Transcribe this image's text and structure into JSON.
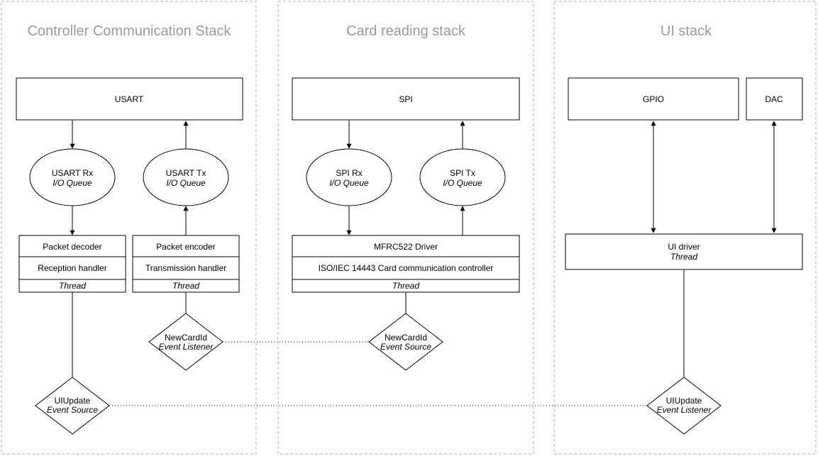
{
  "stacks": {
    "controller": {
      "title": "Controller Communication Stack"
    },
    "card": {
      "title": "Card reading stack"
    },
    "ui": {
      "title": "UI stack"
    }
  },
  "controller": {
    "usart": "USART",
    "rx_queue": {
      "line1": "USART Rx",
      "line2": "I/O Queue"
    },
    "tx_queue": {
      "line1": "USART Tx",
      "line2": "I/O Queue"
    },
    "rx_block": {
      "row1": "Packet decoder",
      "row2": "Reception handler",
      "row3": "Thread"
    },
    "tx_block": {
      "row1": "Packet encoder",
      "row2": "Transmission handler",
      "row3": "Thread"
    },
    "newcard_listener": {
      "line1": "NewCardId",
      "line2": "Event Listener"
    },
    "uiupdate_source": {
      "line1": "UIUpdate",
      "line2": "Event Source"
    }
  },
  "card": {
    "spi": "SPI",
    "rx_queue": {
      "line1": "SPI Rx",
      "line2": "I/O Queue"
    },
    "tx_queue": {
      "line1": "SPI Tx",
      "line2": "I/O Queue"
    },
    "driver_block": {
      "row1": "MFRC522 Driver",
      "row2": "ISO/IEC 14443 Card communication controller",
      "row3": "Thread"
    },
    "newcard_source": {
      "line1": "NewCardId",
      "line2": "Event Source"
    }
  },
  "ui": {
    "gpio": "GPIO",
    "dac": "DAC",
    "driver": {
      "line1": "UI driver",
      "line2": "Thread"
    },
    "uiupdate_listener": {
      "line1": "UIUpdate",
      "line2": "Event Listener"
    }
  },
  "colors": {
    "stroke": "#000000",
    "group_border": "#b0b0b0",
    "title": "#9a9a9a"
  }
}
